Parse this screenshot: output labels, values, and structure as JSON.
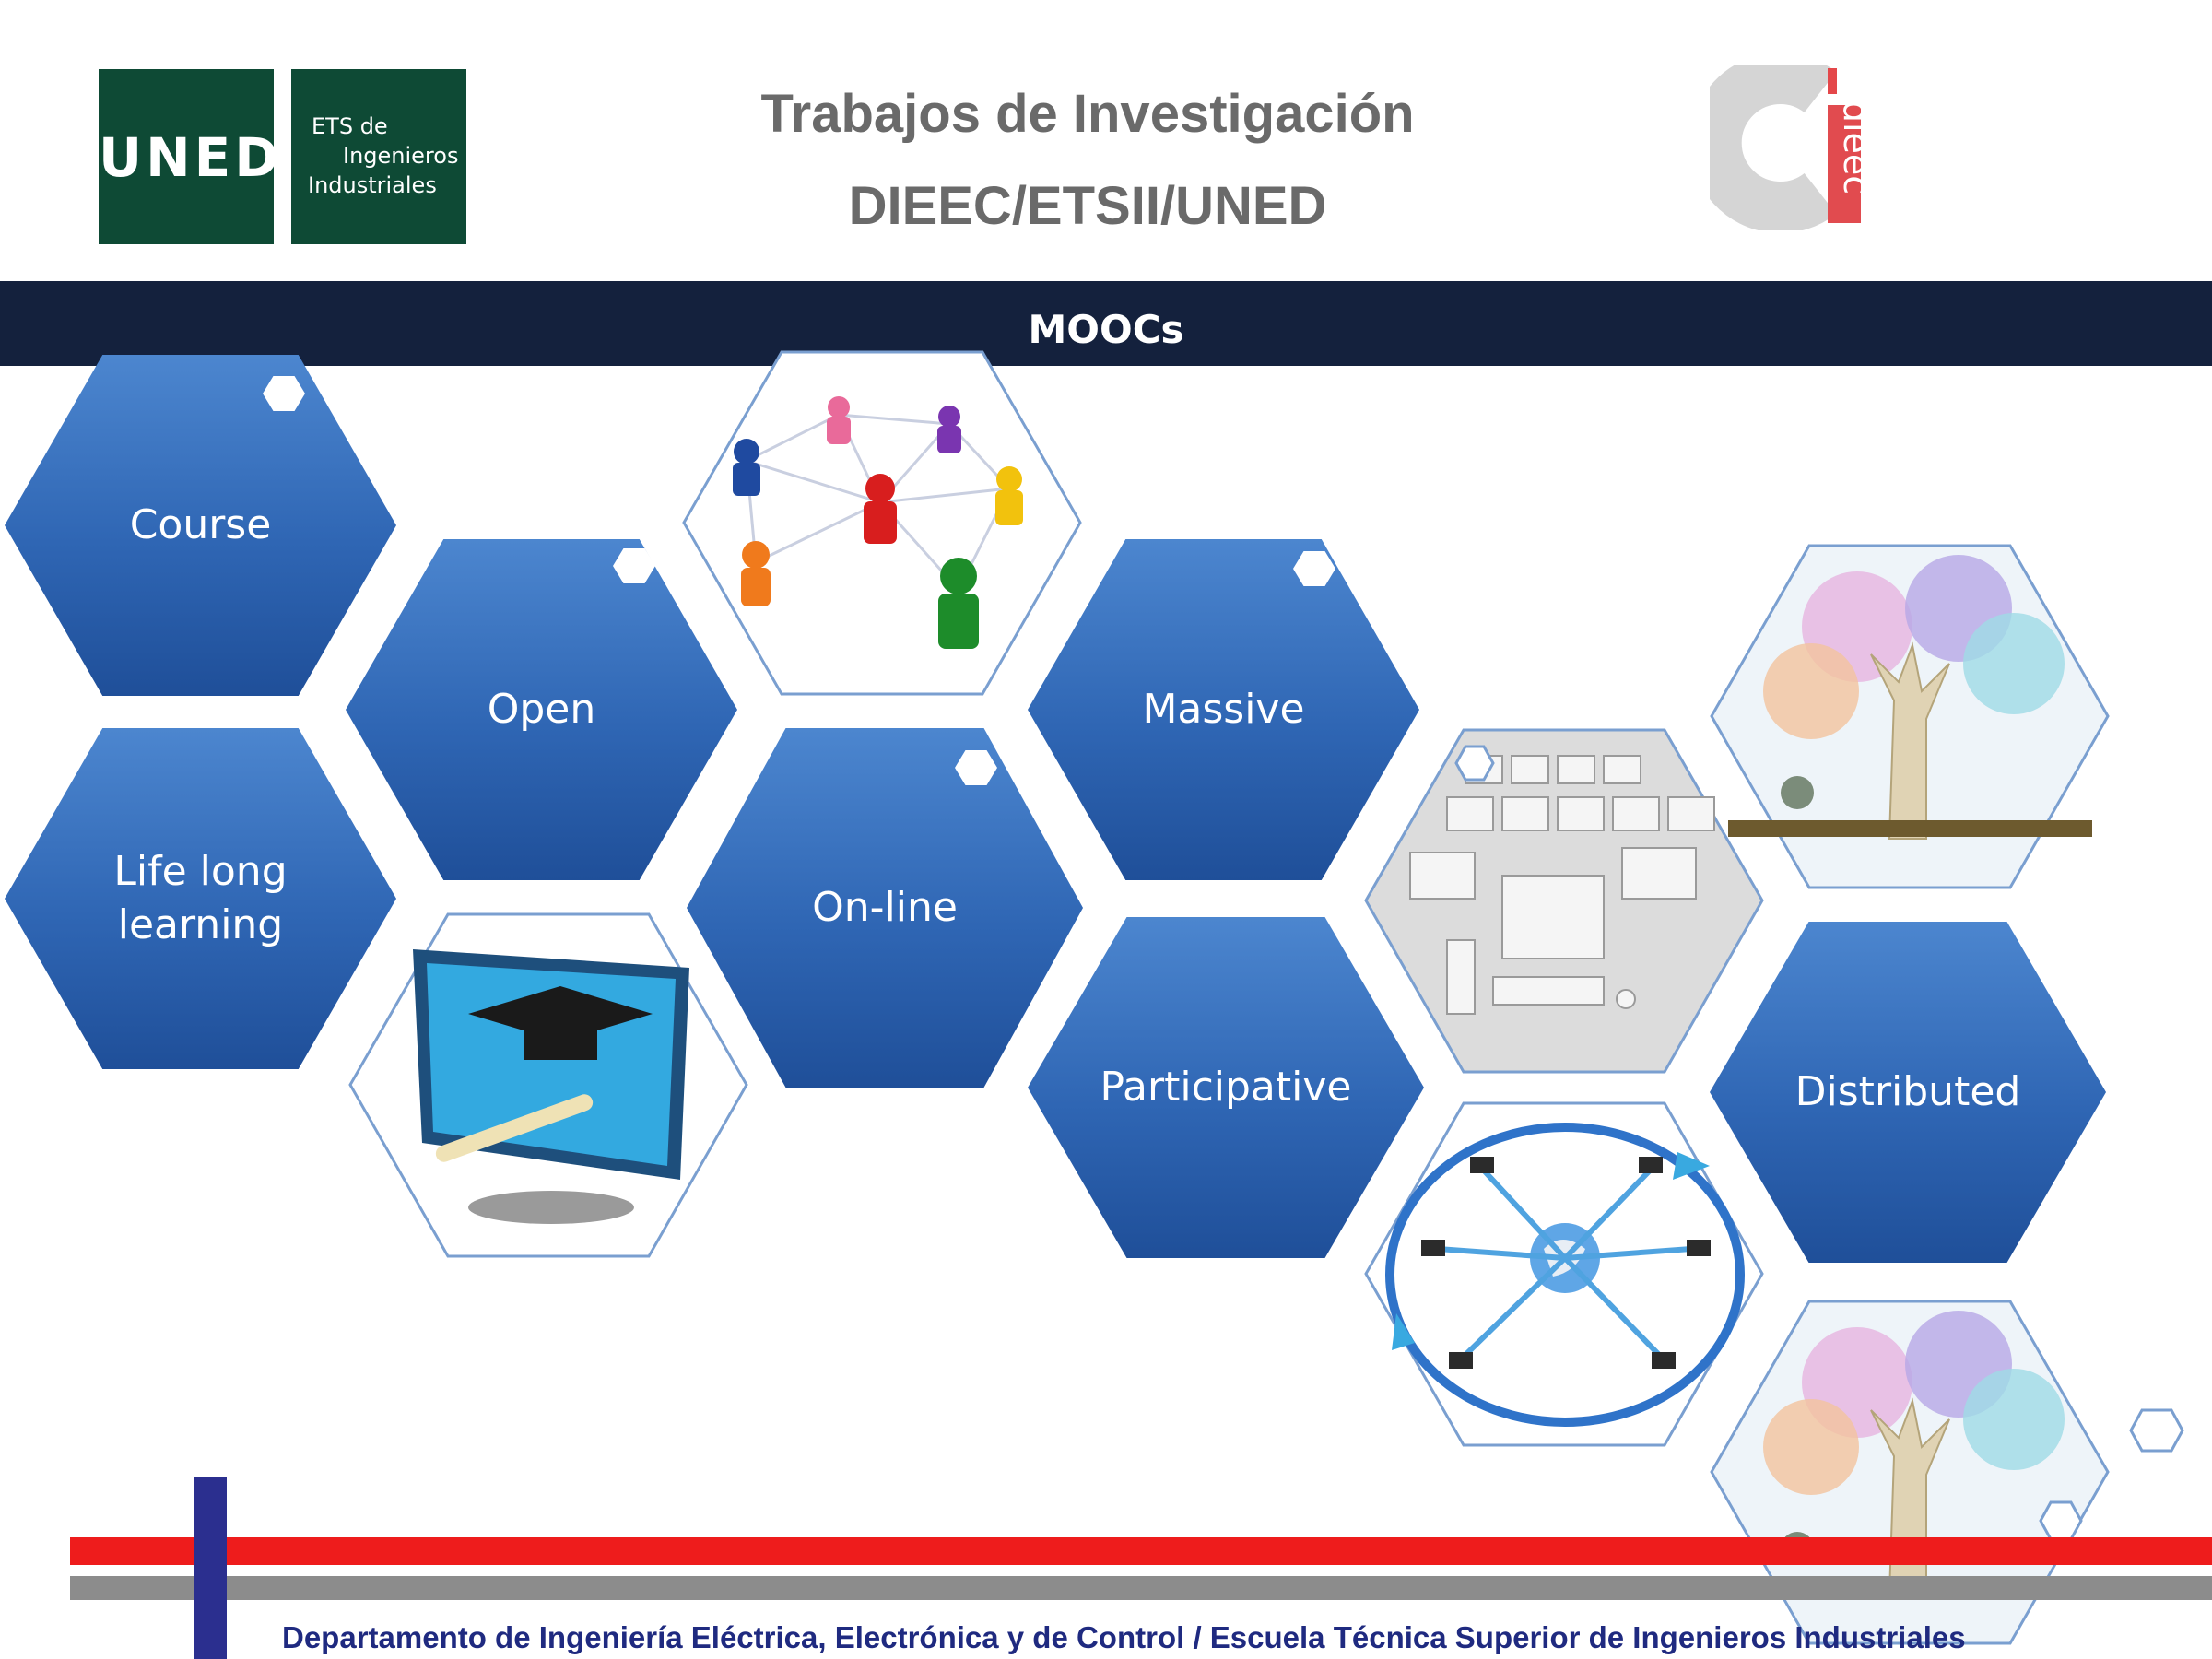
{
  "header": {
    "uned_logo": "UNED",
    "ets_logo_lines": [
      "ETS de",
      "Ingenieros",
      "Industriales"
    ],
    "title_line1": "Trabajos de Investigación",
    "title_line2": "DIEEC/ETSII/UNED",
    "dieec_logo": "dieec"
  },
  "band": {
    "title": "MOOCs"
  },
  "hexagons": {
    "course": "Course",
    "open": "Open",
    "massive": "Massive",
    "life_long_1": "Life long",
    "life_long_2": "learning",
    "online": "On-line",
    "participative": "Participative",
    "distributed": "Distributed"
  },
  "colors": {
    "hex_blue": "#2f66b4",
    "band": "#14213d",
    "uned_green": "#0e4a35",
    "footer_red": "#ee1c1c",
    "footer_gray": "#8c8c8c",
    "footer_blue": "#2b2f8f"
  },
  "footer": {
    "text": "Departamento de Ingeniería Eléctrica, Electrónica y de Control / Escuela Técnica Superior de Ingenieros Industriales"
  }
}
